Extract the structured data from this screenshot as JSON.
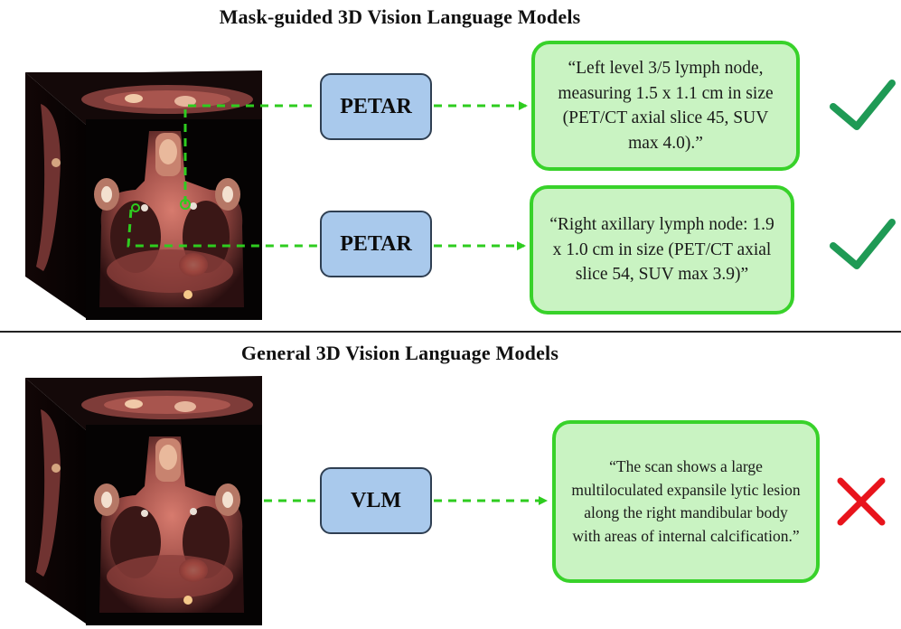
{
  "sections": {
    "top_title": "Mask-guided 3D Vision Language Models",
    "bottom_title": "General 3D Vision Language Models"
  },
  "models": {
    "petar_1": "PETAR",
    "petar_2": "PETAR",
    "vlm": "VLM"
  },
  "reports": {
    "report_1": "“Left level 3/5 lymph node, measuring 1.5 x 1.1 cm in size (PET/CT axial slice 45, SUV max 4.0).”",
    "report_2": "“Right axillary lymph node: 1.9 x 1.0 cm in size (PET/CT axial slice 54, SUV max 3.9)”",
    "report_3": "“The scan shows a large multiloculated expansile lytic lesion along the right mandibular body with areas of internal calcification.”"
  },
  "verdicts": {
    "report_1": "correct",
    "report_2": "correct",
    "report_3": "incorrect"
  },
  "colors": {
    "arrow": "#2ecc1f",
    "check": "#1f9a55",
    "cross": "#e8141c",
    "model_fill": "#a9c9ec",
    "report_fill": "#c9f3c2",
    "report_border": "#38d22a"
  },
  "icons": {
    "correct": "check-icon",
    "incorrect": "cross-icon"
  }
}
